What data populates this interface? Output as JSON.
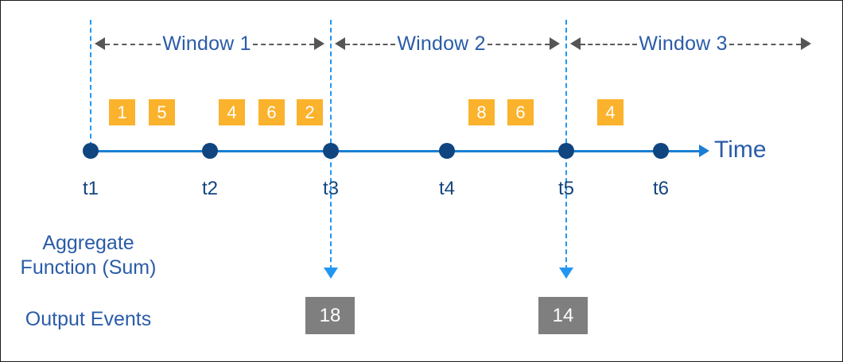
{
  "diagram": {
    "title": "Tumbling window aggregation timeline",
    "time_axis_label": "Time",
    "colors": {
      "event_box_fill": "#fbb22c",
      "output_box_fill": "#7f7f7f",
      "timeline": "#1a7fd4",
      "dot": "#10457f",
      "boundary_dash": "#2196f3",
      "window_dash": "#5a5a5a",
      "text_blue": "#2a5ca8",
      "background": "#ffffff"
    },
    "windows": [
      {
        "label": "Window 1"
      },
      {
        "label": "Window 2"
      },
      {
        "label": "Window 3"
      }
    ],
    "ticks": [
      {
        "label": "t1"
      },
      {
        "label": "t2"
      },
      {
        "label": "t3"
      },
      {
        "label": "t4"
      },
      {
        "label": "t5"
      },
      {
        "label": "t6"
      }
    ],
    "input_events": [
      {
        "value": "1"
      },
      {
        "value": "5"
      },
      {
        "value": "4"
      },
      {
        "value": "6"
      },
      {
        "value": "2"
      },
      {
        "value": "8"
      },
      {
        "value": "6"
      },
      {
        "value": "4"
      }
    ],
    "output_events": [
      {
        "value": "18"
      },
      {
        "value": "14"
      }
    ],
    "captions": {
      "aggregate_function": "Aggregate\nFunction (Sum)",
      "output_events": "Output Events"
    }
  },
  "chart_data": {
    "type": "diagram",
    "title": "Tumbling window aggregation (Sum) over a time axis",
    "xlabel": "Time",
    "x": [
      "t1",
      "t2",
      "t3",
      "t4",
      "t5",
      "t6"
    ],
    "windows": [
      {
        "name": "Window 1",
        "start_tick": "t1",
        "end_tick": "t3",
        "input_values": [
          1,
          5,
          4,
          6,
          2
        ],
        "aggregate": "sum",
        "output": 18,
        "output_at_tick": "t3"
      },
      {
        "name": "Window 2",
        "start_tick": "t3",
        "end_tick": "t5",
        "input_values": [
          8,
          6
        ],
        "aggregate": "sum",
        "output": 14,
        "output_at_tick": "t5"
      },
      {
        "name": "Window 3",
        "start_tick": "t5",
        "end_tick": null,
        "input_values": [
          4
        ],
        "aggregate": "sum",
        "output": null,
        "output_at_tick": null
      }
    ],
    "legend": [],
    "grid": false
  }
}
